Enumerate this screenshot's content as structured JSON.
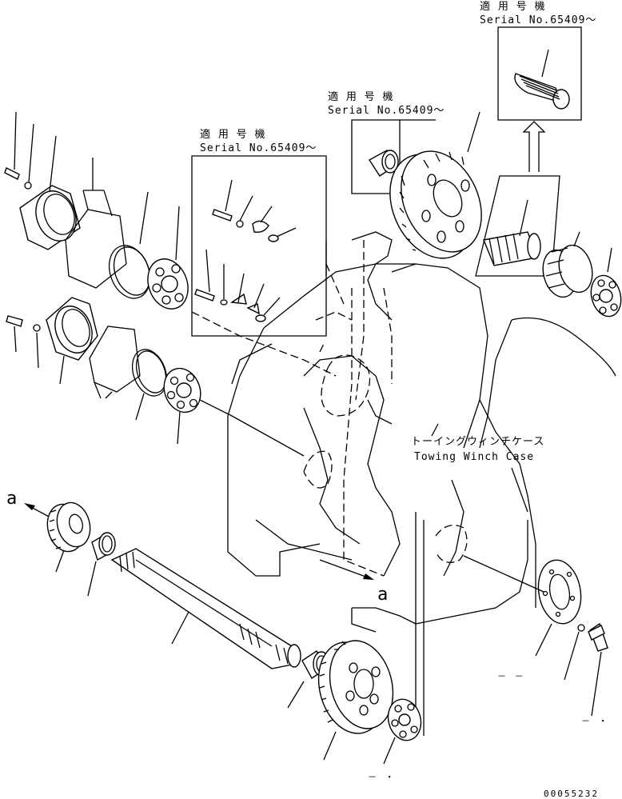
{
  "labels": {
    "applicable_top": "適 用 号 機",
    "serial_top": "Serial No.65409～",
    "applicable_mid": "適 用 号 機",
    "serial_mid": "Serial No.65409～",
    "applicable_left": "適 用 号 機",
    "serial_left": "Serial No.65409～",
    "case_jp": "トーイングウィンチケース",
    "case_en": "Towing Winch Case",
    "arrow_a_left": "a",
    "arrow_a_right": "a",
    "ref_1": "－ －",
    "ref_2": "－ ・",
    "ref_3": "－ ・",
    "drawing_number": "00055232"
  }
}
